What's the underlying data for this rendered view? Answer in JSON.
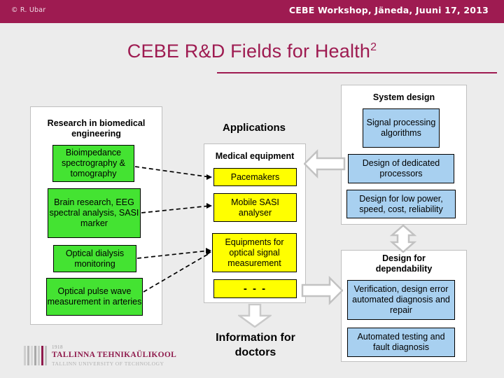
{
  "header": {
    "copyright": "© R. Ubar",
    "event": "CEBE Workshop, Jäneda, Juuni 17, 2013"
  },
  "title": {
    "main": "CEBE R&D Fields for Health",
    "superscript": "2"
  },
  "colors": {
    "brand": "#9e1b51",
    "research_box": "#44e332",
    "application_box": "#ffff00",
    "design_box": "#a8d0f0",
    "panel_border": "#bfbfbf",
    "arrow": "#b5b5b5",
    "page_background": "#ececec"
  },
  "research": {
    "title_line1": "Research in biomedical",
    "title_line2": "engineering",
    "items": [
      {
        "text": "Bioimpedance spectrography & tomography"
      },
      {
        "text": "Brain research, EEG spectral analysis, SASI marker"
      },
      {
        "text": "Optical dialysis monitoring"
      },
      {
        "text": "Optical pulse wave measurement in arteries"
      }
    ]
  },
  "applications": {
    "title": "Applications",
    "panel_title": "Medical equipment",
    "items": [
      {
        "text": "Pacemakers"
      },
      {
        "text": "Mobile SASI analyser"
      },
      {
        "text": "Equipments for optical signal measurement"
      },
      {
        "text": "- - -"
      }
    ],
    "outcome_line1": "Information for",
    "outcome_line2": "doctors"
  },
  "system_design": {
    "title": "System design",
    "items": [
      {
        "text": "Signal processing algorithms"
      },
      {
        "text": "Design of dedicated processors"
      },
      {
        "text": "Design for low power, speed, cost, reliability"
      }
    ]
  },
  "dependability": {
    "title_line1": "Design for",
    "title_line2": "dependability",
    "items": [
      {
        "text": "Verification, design error automated diagnosis and repair"
      },
      {
        "text": "Automated testing and fault diagnosis"
      }
    ]
  },
  "footer_logo": {
    "year": "1918",
    "name_et": "TALLINNA TEHNIKAÜLIKOOL",
    "name_en": "TALLINN UNIVERSITY OF TECHNOLOGY"
  }
}
